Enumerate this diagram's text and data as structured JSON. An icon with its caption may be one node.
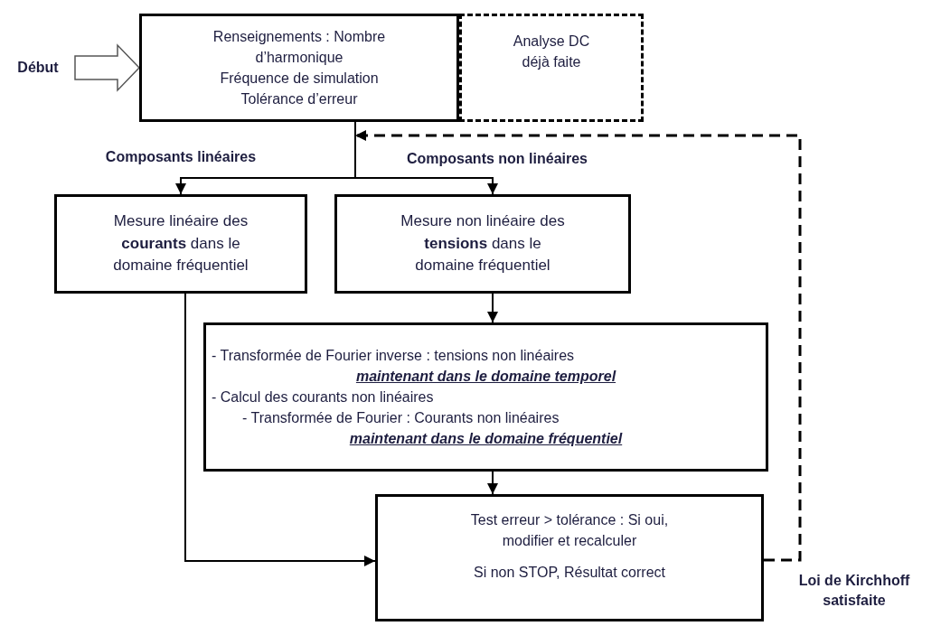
{
  "diagram": {
    "nodes": [
      {
        "text": [
          "Début"
        ]
      },
      {
        "text": [
          "Renseignements : Nombre d’harmonique",
          "Fréquence de simulation",
          "Tolérance d’erreur"
        ]
      },
      {
        "text": [
          "Analyse DC déjà faite"
        ]
      },
      {
        "text": [
          "Mesure linéaire des **courants** dans le domaine fréquentiel"
        ]
      },
      {
        "text": [
          "Mesure non linéaire des **tensions** dans le domaine fréquentiel"
        ]
      },
      {
        "text": [
          "- Transformée de Fourier inverse : tensions non linéaires",
          "maintenant dans le domaine temporel",
          "- Calcul des courants non linéaires",
          "- Transformée de Fourier : Courants non linéaires",
          "maintenant dans le domaine fréquentiel"
        ]
      },
      {
        "text": [
          "Test erreur > tolérance : Si oui, modifier et recalculer",
          "Si non STOP, Résultat correct"
        ]
      }
    ],
    "edges": [
      {
        "from": 0,
        "to": 1,
        "arrow": "to",
        "style": "thick"
      },
      {
        "from": 1,
        "to": 3,
        "arrow": "to",
        "label": "Composants linéaires"
      },
      {
        "from": 1,
        "to": 4,
        "arrow": "to",
        "label": "Composants non linéaires"
      },
      {
        "from": 4,
        "to": 5,
        "arrow": "to"
      },
      {
        "from": 5,
        "to": 6,
        "arrow": "to"
      },
      {
        "from": 3,
        "to": 6,
        "arrow": "to"
      },
      {
        "from": 6,
        "to": 1,
        "arrow": "to",
        "style": "dashed",
        "label": "Loi de Kirchhoff satisfaite"
      }
    ]
  }
}
